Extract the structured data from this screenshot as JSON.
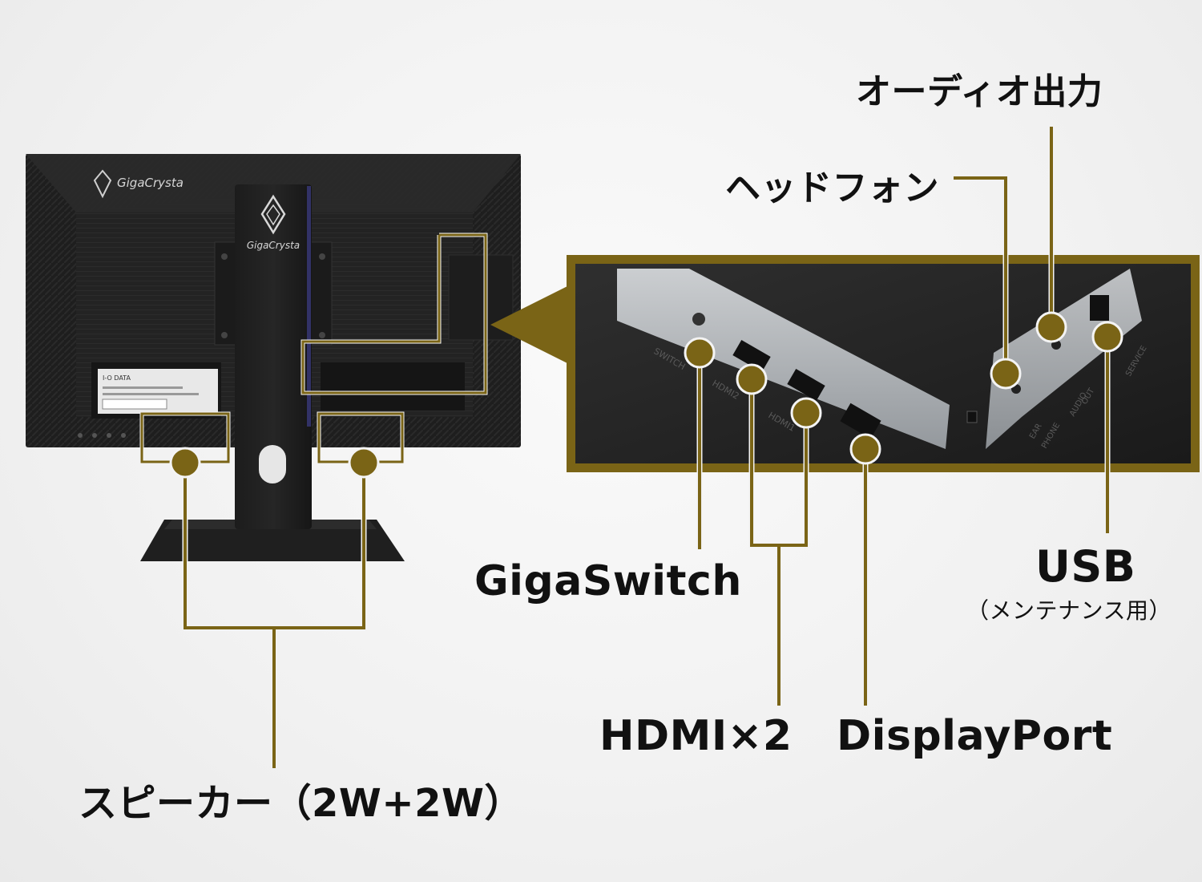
{
  "labels": {
    "audio_out": "オーディオ出力",
    "headphone": "ヘッドフォン",
    "gigaswitch": "GigaSwitch",
    "usb": "USB",
    "usb_note": "（メンテナンス用）",
    "hdmi": "HDMI×2",
    "displayport": "DisplayPort",
    "speaker": "スピーカー（2W+2W）"
  },
  "monitor": {
    "brand": "GigaCrysta",
    "maker": "I-O DATA"
  },
  "ports_printed": {
    "switch": "SWITCH",
    "hdmi2": "HDMI2",
    "hdmi1": "HDMI1",
    "ear": "EAR",
    "phone": "PHONE",
    "audio": "AUDIO",
    "out": "OUT",
    "service": "SERVICE"
  },
  "colors": {
    "accent": "#7a6416",
    "marker": "#7a6416",
    "text": "#111111"
  }
}
